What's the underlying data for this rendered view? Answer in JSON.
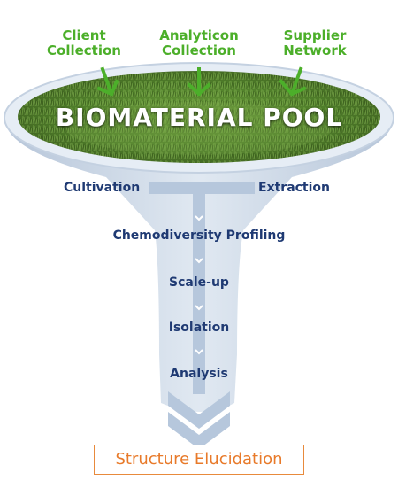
{
  "sources": [
    {
      "line1": "Client",
      "line2": "Collection"
    },
    {
      "line1": "Analyticon",
      "line2": "Collection"
    },
    {
      "line1": "Supplier",
      "line2": "Network"
    }
  ],
  "pool_label": "BIOMATERIAL POOL",
  "branches": {
    "left": "Cultivation",
    "right": "Extraction"
  },
  "steps": [
    "Chemodiversity Profiling",
    "Scale-up",
    "Isolation",
    "Analysis"
  ],
  "result": "Structure Elucidation",
  "colors": {
    "source_text": "#4caf2a",
    "step_text": "#1f3a73",
    "result_text": "#e87a2a",
    "funnel": "#c9d6e6",
    "arrow": "#b6c7dc"
  }
}
